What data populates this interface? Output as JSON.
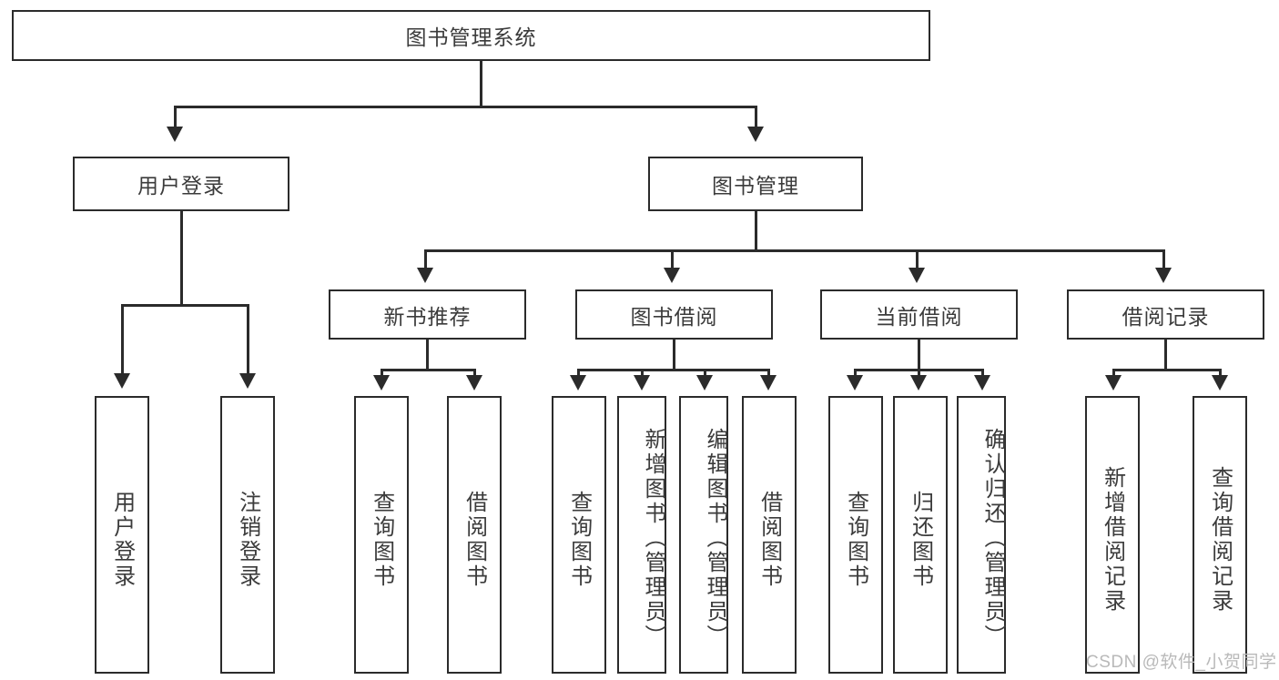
{
  "diagram": {
    "type": "tree-hierarchy",
    "title": "图书管理系统",
    "root": {
      "label": "图书管理系统"
    },
    "level1": [
      {
        "label": "用户登录"
      },
      {
        "label": "图书管理"
      }
    ],
    "level2": [
      {
        "label": "新书推荐"
      },
      {
        "label": "图书借阅"
      },
      {
        "label": "当前借阅"
      },
      {
        "label": "借阅记录"
      }
    ],
    "leaves": {
      "user_login": [
        {
          "label": "用户登录"
        },
        {
          "label": "注销登录"
        }
      ],
      "new_book_recommend": [
        {
          "label": "查询图书"
        },
        {
          "label": "借阅图书"
        }
      ],
      "book_borrow": [
        {
          "label": "查询图书"
        },
        {
          "label": "新增图书（管理员）"
        },
        {
          "label": "编辑图书（管理员）"
        },
        {
          "label": "借阅图书"
        }
      ],
      "current_borrow": [
        {
          "label": "查询图书"
        },
        {
          "label": "归还图书"
        },
        {
          "label": "确认归还（管理员）"
        }
      ],
      "borrow_record": [
        {
          "label": "新增借阅记录"
        },
        {
          "label": "查询借阅记录"
        }
      ]
    }
  },
  "watermark": {
    "text": "CSDN @软件_小贺同学"
  },
  "colors": {
    "stroke": "#2b2b2b",
    "text": "#3b3b3b",
    "background": "#ffffff",
    "watermark": "#b9b9b9"
  }
}
